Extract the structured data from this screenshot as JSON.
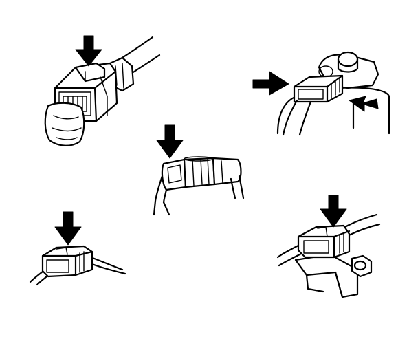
{
  "figure": {
    "background": "#ffffff",
    "ink": "#000000",
    "connectors": [
      {
        "name": "multi-pin-connector",
        "release_arrows": 1
      },
      {
        "name": "sensor-connector",
        "release_arrows": 2
      },
      {
        "name": "inline-cylindrical-connector",
        "release_arrows": 1
      },
      {
        "name": "small-two-wire-connector",
        "release_arrows": 1
      },
      {
        "name": "bracket-mounted-connector",
        "release_arrows": 1
      }
    ],
    "arrow_icon": "solid-pointer-arrow"
  }
}
